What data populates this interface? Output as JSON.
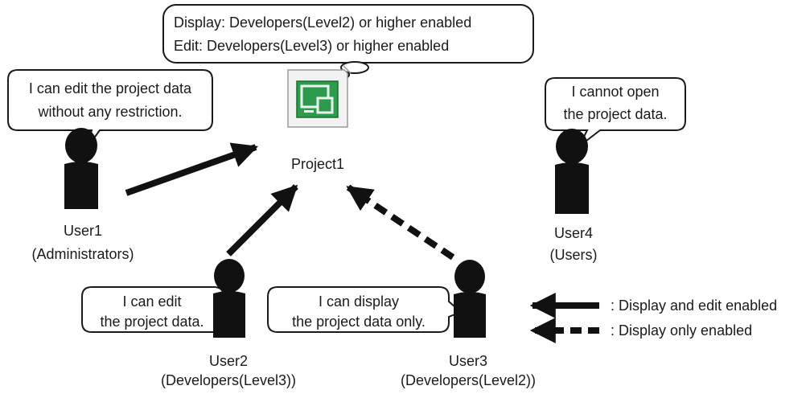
{
  "project": {
    "label": "Project1",
    "permission_lines": [
      "Display: Developers(Level2) or higher enabled",
      "Edit: Developers(Level3) or higher enabled"
    ]
  },
  "users": [
    {
      "name": "User1",
      "role": "(Administrators)",
      "speech": [
        "I can edit the project data",
        "without any restriction."
      ]
    },
    {
      "name": "User2",
      "role": "(Developers(Level3))",
      "speech": [
        "I can edit",
        "the project data."
      ]
    },
    {
      "name": "User3",
      "role": "(Developers(Level2))",
      "speech": [
        "I can display",
        "the project data only."
      ]
    },
    {
      "name": "User4",
      "role": "(Users)",
      "speech": [
        "I cannot open",
        "the project data."
      ]
    }
  ],
  "legend": {
    "solid": ": Display and edit enabled",
    "dashed": ": Display only enabled"
  }
}
